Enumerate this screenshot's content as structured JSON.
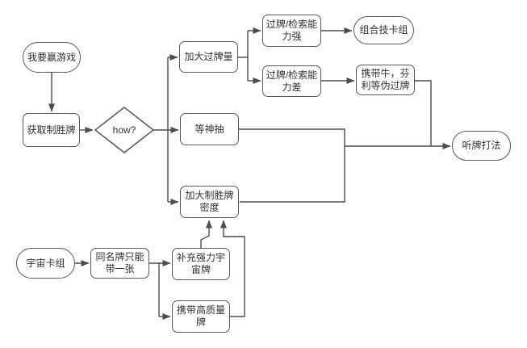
{
  "diagram": {
    "colors": {
      "background": "#ffffff",
      "node_border": "#595959",
      "connector": "#4d4d4d",
      "text": "#333333"
    },
    "nodes": {
      "start": {
        "label": "我要赢游戏",
        "shape": "stadium"
      },
      "acquire": {
        "label": "获取制胜牌",
        "shape": "rect"
      },
      "how": {
        "label": "how?",
        "shape": "diamond"
      },
      "increase_draw": {
        "label": "加大过牌量",
        "shape": "rect"
      },
      "cycle_strong": {
        "label": "过牌/检索能\n力强",
        "shape": "rect"
      },
      "cycle_weak": {
        "label": "过牌/检索能\n力差",
        "shape": "rect"
      },
      "combo_deck": {
        "label": "组合技卡组",
        "shape": "stadium"
      },
      "pseudo_draw": {
        "label": "携带牛，芬\n利等伪过牌",
        "shape": "rect"
      },
      "wait_god_draw": {
        "label": "等神抽",
        "shape": "rect"
      },
      "win_density": {
        "label": "加大制胜牌\n密度",
        "shape": "rect"
      },
      "tempo_play": {
        "label": "听牌打法",
        "shape": "stadium"
      },
      "universe_deck": {
        "label": "宇宙卡组",
        "shape": "stadium"
      },
      "one_copy": {
        "label": "同名牌只能\n带一张",
        "shape": "rect"
      },
      "strong_universe": {
        "label": "补充强力宇\n宙牌",
        "shape": "rect"
      },
      "high_quality": {
        "label": "携带高质量\n牌",
        "shape": "rect"
      }
    }
  }
}
